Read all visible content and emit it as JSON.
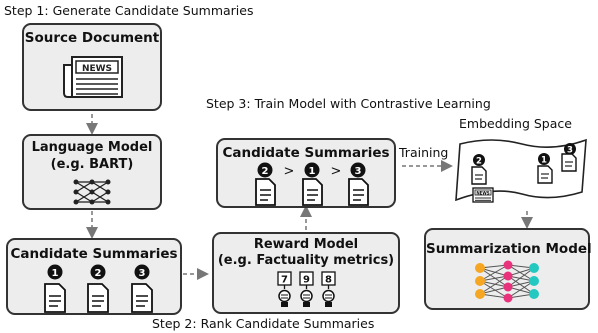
{
  "steps": {
    "step1": "Step 1: Generate Candidate Summaries",
    "step2": "Step 2: Rank Candidate Summaries",
    "step3": "Step 3: Train Model with Contrastive Learning"
  },
  "source_box": {
    "title": "Source Document",
    "news_label": "NEWS"
  },
  "lm_box": {
    "title_line1": "Language Model",
    "title_line2": "(e.g. BART)"
  },
  "candidates_left": {
    "title": "Candidate Summaries",
    "numbers": [
      "1",
      "2",
      "3"
    ]
  },
  "reward_box": {
    "title_line1": "Reward Model",
    "title_line2": "(e.g. Factuality metrics)",
    "scores": [
      "7",
      "9",
      "8"
    ]
  },
  "candidates_ranked": {
    "title": "Candidate Summaries",
    "order": [
      "2",
      "1",
      "3"
    ],
    "separator": ">"
  },
  "training_label": "Training",
  "embedding": {
    "title": "Embedding Space",
    "numbers": [
      "2",
      "1",
      "3"
    ],
    "news_label": "NEWS"
  },
  "summarization_box": {
    "title": "Summarization Model"
  },
  "colors": {
    "box_fill": "#ededed",
    "node_orange": "#f5a623",
    "node_pink": "#e8327c",
    "node_teal": "#23c9c0",
    "arrow": "#777777"
  }
}
